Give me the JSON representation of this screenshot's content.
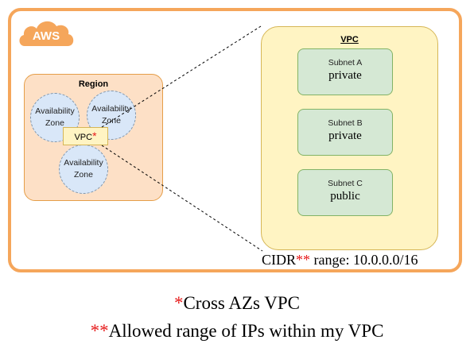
{
  "aws": {
    "label": "AWS",
    "frame_color": "#F5A65B",
    "badge_color": "#F5A65B"
  },
  "region": {
    "label": "Region",
    "fill": "#FDE0C6"
  },
  "availability_zones": [
    {
      "label_line1": "Availability",
      "label_line2": "Zone"
    },
    {
      "label_line1": "Availability",
      "label_line2": "Zone"
    },
    {
      "label_line1": "Availability",
      "label_line2": "Zone"
    }
  ],
  "vpc_small": {
    "label": "VPC",
    "marker": "*"
  },
  "vpc_detail": {
    "label": "VPC",
    "fill": "#FFF4C3"
  },
  "subnets": [
    {
      "name": "Subnet A",
      "type": "private"
    },
    {
      "name": "Subnet B",
      "type": "private"
    },
    {
      "name": "Subnet C",
      "type": "public"
    }
  ],
  "cidr": {
    "prefix": "CIDR",
    "marker": "**",
    "suffix": " range: 10.0.0.0/16"
  },
  "notes": [
    {
      "marker": "*",
      "text": "Cross AZs VPC"
    },
    {
      "marker": "**",
      "text": "Allowed range of IPs within my VPC"
    }
  ],
  "accent_red": "#E61A1A"
}
